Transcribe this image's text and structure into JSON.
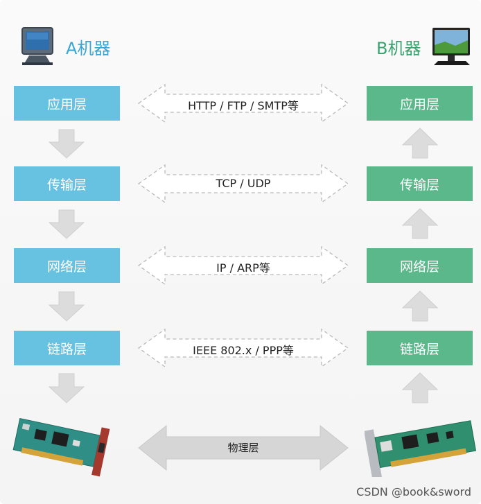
{
  "machine_a": {
    "title": "A机器",
    "layers": [
      "应用层",
      "传输层",
      "网络层",
      "链路层"
    ],
    "title_color": "#3aa6d4",
    "layer_color": "#67c1e0",
    "monitor_icon": "crt-monitor-icon",
    "nic_icon": "network-card-icon"
  },
  "machine_b": {
    "title": "B机器",
    "layers": [
      "应用层",
      "传输层",
      "网络层",
      "链路层"
    ],
    "title_color": "#3aa36f",
    "layer_color": "#5bb88b",
    "monitor_icon": "lcd-monitor-icon",
    "nic_icon": "network-card-icon"
  },
  "protocols": [
    "HTTP / FTP / SMTP等",
    "TCP / UDP",
    "IP / ARP等",
    "IEEE 802.x / PPP等"
  ],
  "physical": "物理层",
  "watermark": "CSDN @book&sword"
}
